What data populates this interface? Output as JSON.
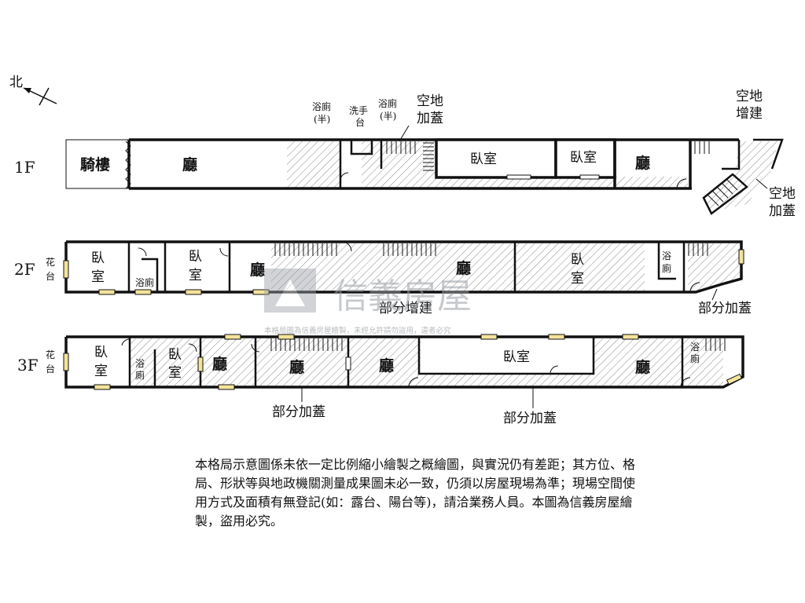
{
  "compass": {
    "north_label": "北"
  },
  "floors": [
    {
      "id": "1F",
      "label": "1F"
    },
    {
      "id": "2F",
      "label": "2F"
    },
    {
      "id": "3F",
      "label": "3F"
    }
  ],
  "floor1": {
    "arcade": "騎樓",
    "hall_main": "廳",
    "bath_half_1": [
      "浴廁",
      "(半)"
    ],
    "washbasin": [
      "洗手",
      "台"
    ],
    "bath_half_2": [
      "浴廁",
      "(半)"
    ],
    "open_space_cover": [
      "空地",
      "加蓋"
    ],
    "bedroom_1": "臥室",
    "bedroom_2": "臥室",
    "hall_rear": "廳",
    "open_space_build": [
      "空地",
      "增建"
    ],
    "open_space_cover_2": [
      "空地",
      "加蓋"
    ]
  },
  "floor2": {
    "balcony": [
      "花",
      "台"
    ],
    "bedroom_1": [
      "臥",
      "室"
    ],
    "bath": "浴廁",
    "bedroom_2": [
      "臥",
      "室"
    ],
    "hall_1": "廳",
    "hall_2": "廳",
    "bedroom_3": [
      "臥",
      "室"
    ],
    "bath_rear": [
      "浴",
      "廁"
    ],
    "partial_extension": "部分增建",
    "partial_cover": "部分加蓋"
  },
  "floor3": {
    "balcony": [
      "花",
      "台"
    ],
    "bedroom_1": [
      "臥",
      "室"
    ],
    "bath": [
      "浴",
      "廁"
    ],
    "bedroom_2": [
      "臥",
      "室"
    ],
    "hall_1": "廳",
    "hall_2": "廳",
    "hall_3": "廳",
    "bedroom_3": "臥室",
    "hall_4": "廳",
    "bath_rear": [
      "浴",
      "廁"
    ],
    "partial_cover_1": "部分加蓋",
    "partial_cover_2": "部分加蓋"
  },
  "watermark": {
    "brand": "信義房屋",
    "notice": "本格局圖為信義房屋繪製，未經允許請勿盜用，違者必究"
  },
  "disclaimer": "本格局示意圖係未依一定比例縮小繪製之概繪圖，與實況仍有差距；其方位、格局、形狀等與地政機關測量成果圖未必一致，仍須以房屋現場為準；現場空間使用方式及面積有無登記(如：露台、陽台等)，請洽業務人員。本圖為信義房屋繪製，盜用必究。"
}
